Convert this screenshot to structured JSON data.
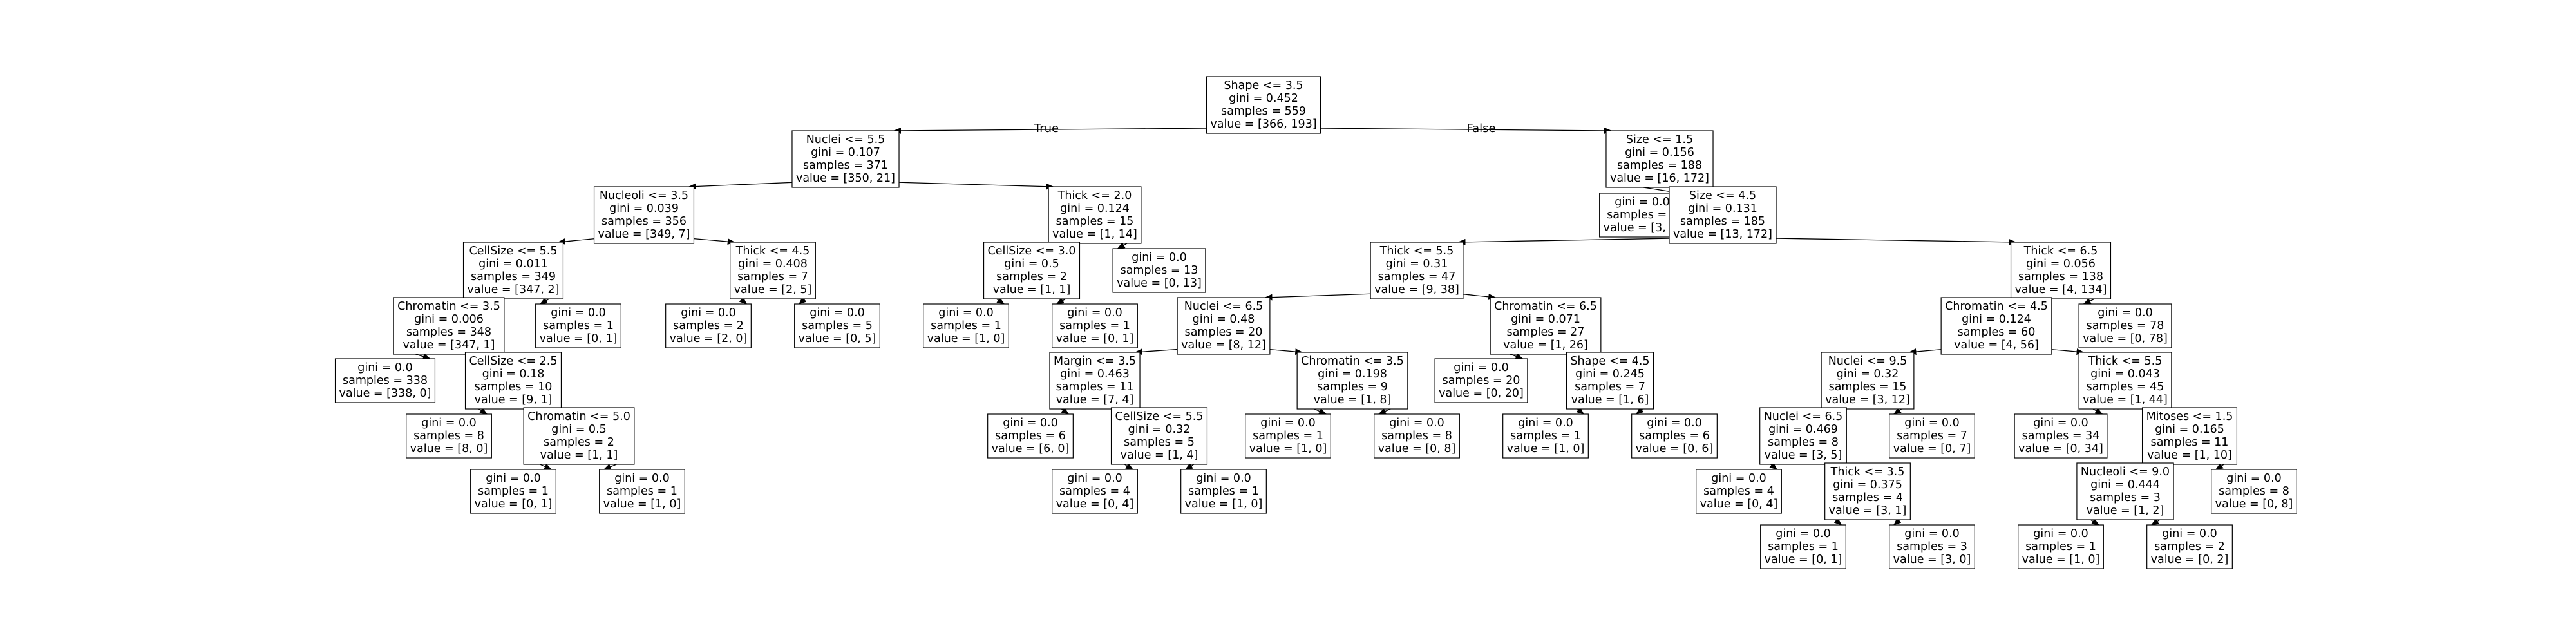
{
  "tree": {
    "edge_labels": {
      "left": "True",
      "right": "False"
    },
    "nodes": [
      {
        "id": "n0",
        "lines": [
          "Shape <= 3.5",
          "gini = 0.452",
          "samples = 559",
          "value = [366, 193]"
        ]
      },
      {
        "id": "n1",
        "lines": [
          "Nuclei <= 5.5",
          "gini = 0.107",
          "samples = 371",
          "value = [350, 21]"
        ]
      },
      {
        "id": "n2",
        "lines": [
          "Nucleoli <= 3.5",
          "gini = 0.039",
          "samples = 356",
          "value = [349, 7]"
        ]
      },
      {
        "id": "n3",
        "lines": [
          "CellSize <= 5.5",
          "gini = 0.011",
          "samples = 349",
          "value = [347, 2]"
        ]
      },
      {
        "id": "n4",
        "lines": [
          "Chromatin <= 3.5",
          "gini = 0.006",
          "samples = 348",
          "value = [347, 1]"
        ]
      },
      {
        "id": "n5",
        "lines": [
          "gini = 0.0",
          "samples = 338",
          "value = [338, 0]"
        ]
      },
      {
        "id": "n6",
        "lines": [
          "CellSize <= 2.5",
          "gini = 0.18",
          "samples = 10",
          "value = [9, 1]"
        ]
      },
      {
        "id": "n7",
        "lines": [
          "gini = 0.0",
          "samples = 8",
          "value = [8, 0]"
        ]
      },
      {
        "id": "n8",
        "lines": [
          "Chromatin <= 5.0",
          "gini = 0.5",
          "samples = 2",
          "value = [1, 1]"
        ]
      },
      {
        "id": "n9",
        "lines": [
          "gini = 0.0",
          "samples = 1",
          "value = [0, 1]"
        ]
      },
      {
        "id": "n10",
        "lines": [
          "gini = 0.0",
          "samples = 1",
          "value = [1, 0]"
        ]
      },
      {
        "id": "n11",
        "lines": [
          "gini = 0.0",
          "samples = 1",
          "value = [0, 1]"
        ]
      },
      {
        "id": "n12",
        "lines": [
          "Thick <= 4.5",
          "gini = 0.408",
          "samples = 7",
          "value = [2, 5]"
        ]
      },
      {
        "id": "n13",
        "lines": [
          "gini = 0.0",
          "samples = 2",
          "value = [2, 0]"
        ]
      },
      {
        "id": "n14",
        "lines": [
          "gini = 0.0",
          "samples = 5",
          "value = [0, 5]"
        ]
      },
      {
        "id": "n15",
        "lines": [
          "Thick <= 2.0",
          "gini = 0.124",
          "samples = 15",
          "value = [1, 14]"
        ]
      },
      {
        "id": "n16",
        "lines": [
          "CellSize <= 3.0",
          "gini = 0.5",
          "samples = 2",
          "value = [1, 1]"
        ]
      },
      {
        "id": "n17",
        "lines": [
          "gini = 0.0",
          "samples = 1",
          "value = [1, 0]"
        ]
      },
      {
        "id": "n18",
        "lines": [
          "gini = 0.0",
          "samples = 1",
          "value = [0, 1]"
        ]
      },
      {
        "id": "n19",
        "lines": [
          "gini = 0.0",
          "samples = 13",
          "value = [0, 13]"
        ]
      },
      {
        "id": "n20",
        "lines": [
          "Size <= 1.5",
          "gini = 0.156",
          "samples = 188",
          "value = [16, 172]"
        ]
      },
      {
        "id": "n21",
        "lines": [
          "gini = 0.0",
          "samples = 3",
          "value = [3, 0]"
        ]
      },
      {
        "id": "n22",
        "lines": [
          "Size <= 4.5",
          "gini = 0.131",
          "samples = 185",
          "value = [13, 172]"
        ]
      },
      {
        "id": "n23",
        "lines": [
          "Thick <= 5.5",
          "gini = 0.31",
          "samples = 47",
          "value = [9, 38]"
        ]
      },
      {
        "id": "n24",
        "lines": [
          "Nuclei <= 6.5",
          "gini = 0.48",
          "samples = 20",
          "value = [8, 12]"
        ]
      },
      {
        "id": "n25",
        "lines": [
          "Margin <= 3.5",
          "gini = 0.463",
          "samples = 11",
          "value = [7, 4]"
        ]
      },
      {
        "id": "n26",
        "lines": [
          "gini = 0.0",
          "samples = 6",
          "value = [6, 0]"
        ]
      },
      {
        "id": "n27",
        "lines": [
          "CellSize <= 5.5",
          "gini = 0.32",
          "samples = 5",
          "value = [1, 4]"
        ]
      },
      {
        "id": "n28",
        "lines": [
          "gini = 0.0",
          "samples = 4",
          "value = [0, 4]"
        ]
      },
      {
        "id": "n29",
        "lines": [
          "gini = 0.0",
          "samples = 1",
          "value = [1, 0]"
        ]
      },
      {
        "id": "n30",
        "lines": [
          "Chromatin <= 3.5",
          "gini = 0.198",
          "samples = 9",
          "value = [1, 8]"
        ]
      },
      {
        "id": "n31",
        "lines": [
          "gini = 0.0",
          "samples = 1",
          "value = [1, 0]"
        ]
      },
      {
        "id": "n32",
        "lines": [
          "gini = 0.0",
          "samples = 8",
          "value = [0, 8]"
        ]
      },
      {
        "id": "n33",
        "lines": [
          "Chromatin <= 6.5",
          "gini = 0.071",
          "samples = 27",
          "value = [1, 26]"
        ]
      },
      {
        "id": "n34",
        "lines": [
          "gini = 0.0",
          "samples = 20",
          "value = [0, 20]"
        ]
      },
      {
        "id": "n35",
        "lines": [
          "Shape <= 4.5",
          "gini = 0.245",
          "samples = 7",
          "value = [1, 6]"
        ]
      },
      {
        "id": "n36",
        "lines": [
          "gini = 0.0",
          "samples = 1",
          "value = [1, 0]"
        ]
      },
      {
        "id": "n37",
        "lines": [
          "gini = 0.0",
          "samples = 6",
          "value = [0, 6]"
        ]
      },
      {
        "id": "n38",
        "lines": [
          "Thick <= 6.5",
          "gini = 0.056",
          "samples = 138",
          "value = [4, 134]"
        ]
      },
      {
        "id": "n39",
        "lines": [
          "Chromatin <= 4.5",
          "gini = 0.124",
          "samples = 60",
          "value = [4, 56]"
        ]
      },
      {
        "id": "n40",
        "lines": [
          "Nuclei <= 9.5",
          "gini = 0.32",
          "samples = 15",
          "value = [3, 12]"
        ]
      },
      {
        "id": "n41",
        "lines": [
          "Nuclei <= 6.5",
          "gini = 0.469",
          "samples = 8",
          "value = [3, 5]"
        ]
      },
      {
        "id": "n42",
        "lines": [
          "gini = 0.0",
          "samples = 4",
          "value = [0, 4]"
        ]
      },
      {
        "id": "n43",
        "lines": [
          "Thick <= 3.5",
          "gini = 0.375",
          "samples = 4",
          "value = [3, 1]"
        ]
      },
      {
        "id": "n44",
        "lines": [
          "gini = 0.0",
          "samples = 1",
          "value = [0, 1]"
        ]
      },
      {
        "id": "n45",
        "lines": [
          "gini = 0.0",
          "samples = 3",
          "value = [3, 0]"
        ]
      },
      {
        "id": "n46",
        "lines": [
          "gini = 0.0",
          "samples = 7",
          "value = [0, 7]"
        ]
      },
      {
        "id": "n47",
        "lines": [
          "Thick <= 5.5",
          "gini = 0.043",
          "samples = 45",
          "value = [1, 44]"
        ]
      },
      {
        "id": "n48",
        "lines": [
          "gini = 0.0",
          "samples = 34",
          "value = [0, 34]"
        ]
      },
      {
        "id": "n49",
        "lines": [
          "Mitoses <= 1.5",
          "gini = 0.165",
          "samples = 11",
          "value = [1, 10]"
        ]
      },
      {
        "id": "n50",
        "lines": [
          "Nucleoli <= 9.0",
          "gini = 0.444",
          "samples = 3",
          "value = [1, 2]"
        ]
      },
      {
        "id": "n51",
        "lines": [
          "gini = 0.0",
          "samples = 1",
          "value = [1, 0]"
        ]
      },
      {
        "id": "n52",
        "lines": [
          "gini = 0.0",
          "samples = 2",
          "value = [0, 2]"
        ]
      },
      {
        "id": "n53",
        "lines": [
          "gini = 0.0",
          "samples = 8",
          "value = [0, 8]"
        ]
      },
      {
        "id": "n54",
        "lines": [
          "gini = 0.0",
          "samples = 78",
          "value = [0, 78]"
        ]
      }
    ]
  }
}
